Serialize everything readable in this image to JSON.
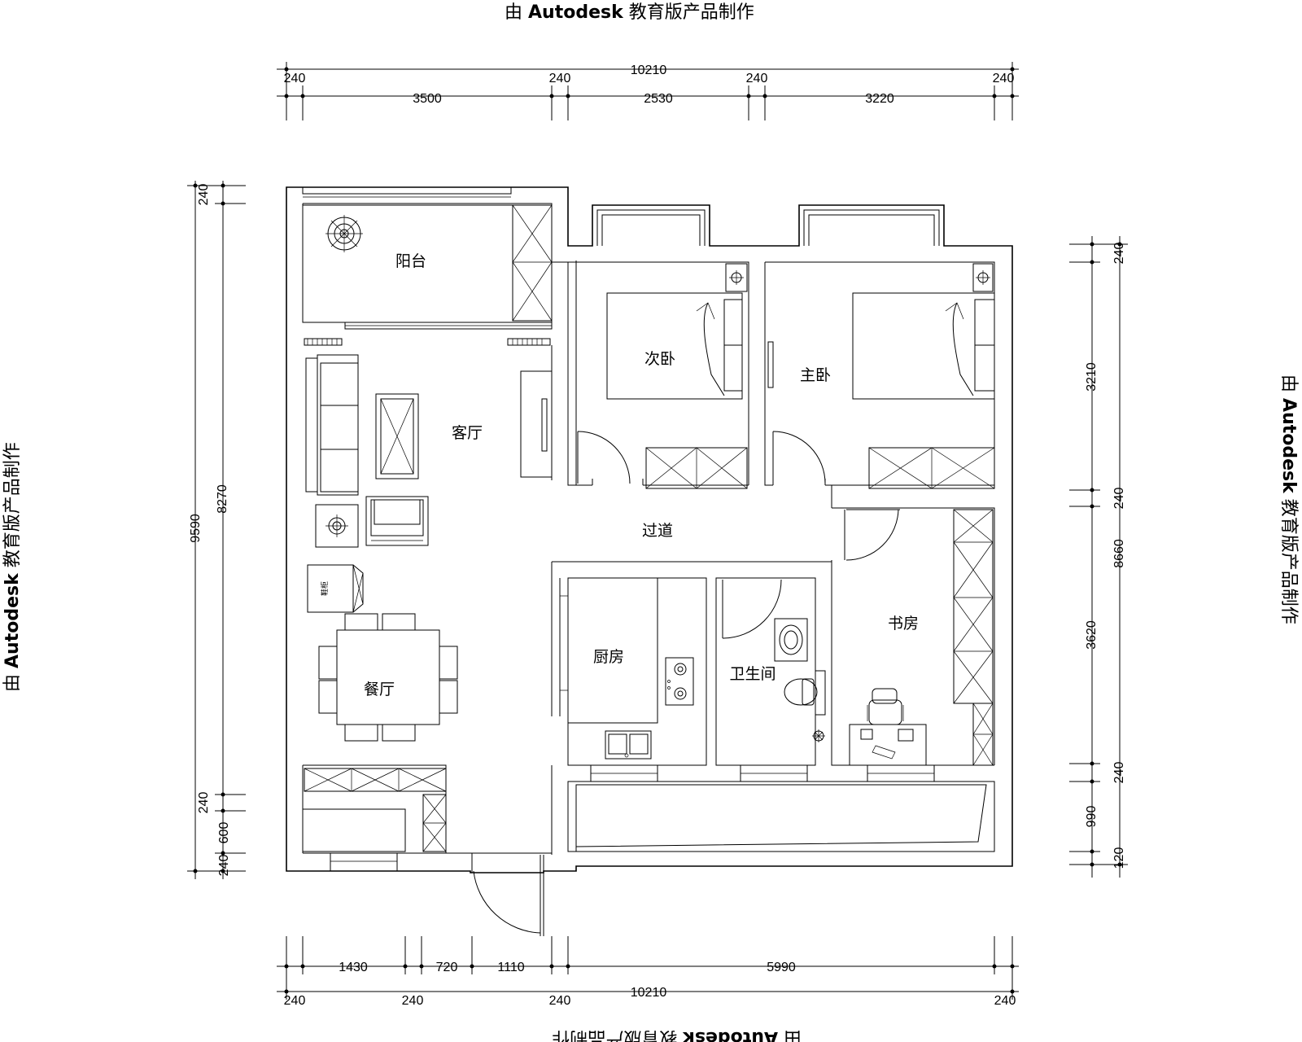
{
  "watermark": {
    "prefix": "由",
    "brand": "Autodesk",
    "suffix": "教育版产品制作"
  },
  "rooms": {
    "balcony": "阳台",
    "second_bedroom": "次卧",
    "master_bedroom": "主卧",
    "living_room": "客厅",
    "hallway": "过道",
    "kitchen": "厨房",
    "bathroom": "卫生间",
    "study": "书房",
    "dining_room": "餐厅"
  },
  "fixtures": {
    "cabinet_label": "鞋柜"
  },
  "dimensions": {
    "top_total": "10210",
    "top_walls": [
      "240",
      "240",
      "240",
      "240"
    ],
    "top_spans": [
      "3500",
      "2530",
      "3220"
    ],
    "left_total": "9590",
    "left_inner": "8270",
    "left_small": [
      "240",
      "240",
      "600",
      "240"
    ],
    "right_total": "8660",
    "right_spans": [
      "240",
      "3210",
      "240",
      "3620",
      "240",
      "990",
      "120"
    ],
    "bottom_spans": [
      "1430",
      "720",
      "1110",
      "5990"
    ],
    "bottom_total": "10210",
    "bottom_walls": [
      "240",
      "240",
      "240",
      "240"
    ]
  }
}
